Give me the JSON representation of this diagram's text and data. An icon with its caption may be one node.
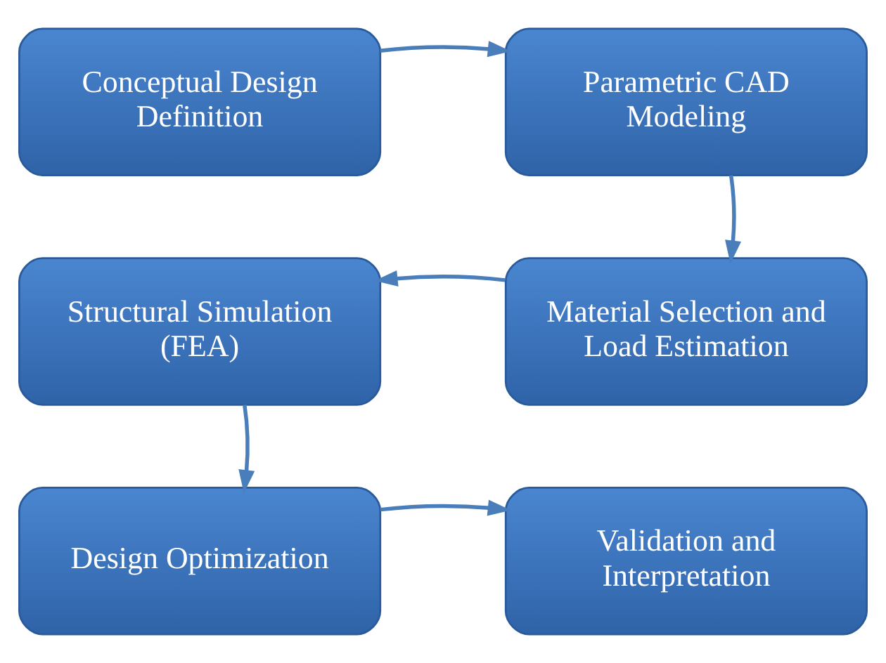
{
  "diagram": {
    "nodes": [
      {
        "text": [
          "Conceptual Design Definition"
        ]
      },
      {
        "text": [
          "Parametric CAD Modeling"
        ]
      },
      {
        "text": [
          "Material Selection and Load Estimation"
        ]
      },
      {
        "text": [
          "Structural Simulation (FEA)"
        ]
      },
      {
        "text": [
          "Design Optimization"
        ]
      },
      {
        "text": [
          "Validation and Interpretation"
        ]
      }
    ],
    "edges": [
      {
        "from": 0,
        "to": 1,
        "arrow": "to"
      },
      {
        "from": 1,
        "to": 2,
        "arrow": "to"
      },
      {
        "from": 2,
        "to": 3,
        "arrow": "to"
      },
      {
        "from": 3,
        "to": 4,
        "arrow": "to"
      },
      {
        "from": 4,
        "to": 5,
        "arrow": "to"
      }
    ]
  }
}
